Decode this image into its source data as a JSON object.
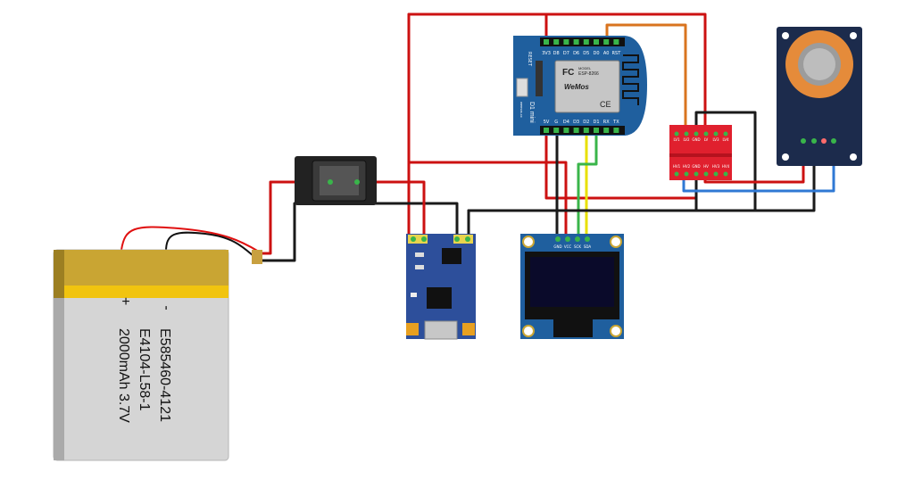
{
  "battery": {
    "label_minus": "-",
    "label_plus": "+",
    "line1": "E585460-4121",
    "line2": "E4104-L58-1",
    "line3": "2000mAh 3.7V"
  },
  "d1mini": {
    "reset_label": "RESET",
    "top_pins": [
      "3V3",
      "D8",
      "D7",
      "D6",
      "D5",
      "D0",
      "A0",
      "RST"
    ],
    "bottom_pins": [
      "5V",
      "G",
      "D4",
      "D3",
      "D2",
      "D1",
      "RX",
      "TX"
    ],
    "title": "D1 mini",
    "brand": "WeMos",
    "model_label": "MODEL",
    "chip": "ESP-8266",
    "fcc": "FC",
    "ce": "CE",
    "website": "wemos.cc"
  },
  "level_shifter": {
    "top_labels": [
      "LV1",
      "LV2",
      "GND",
      "LV",
      "LV3",
      "LV4"
    ],
    "bottom_labels": [
      "HV1",
      "HV2",
      "GND",
      "HV",
      "HV3",
      "HV4"
    ]
  },
  "oled": {
    "pins": [
      "GND",
      "VCC",
      "SCK",
      "SDA"
    ]
  },
  "colors": {
    "wire_red": "#cc1111",
    "wire_black": "#1a1a1a",
    "wire_orange": "#d9741f",
    "wire_yellow": "#e8e000",
    "wire_green": "#39b54a",
    "wire_blue": "#2f78d4",
    "board_blue": "#1f5f9e",
    "charger_blue": "#2d4f9b",
    "shifter_red": "#e0202e",
    "sensor_navy": "#1c2b4c"
  }
}
